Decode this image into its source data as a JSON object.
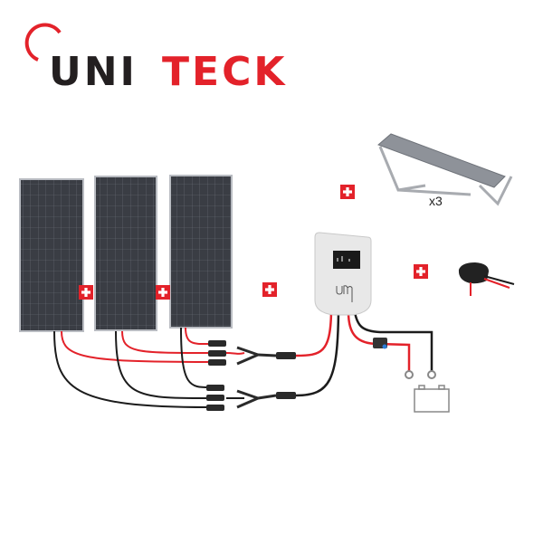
{
  "brand": {
    "name": "UNITECK",
    "part_dark": "UNI",
    "part_red": "TECK",
    "red": "#e3222a",
    "dark": "#231f20"
  },
  "bracket": {
    "quantity_label": "x3"
  },
  "colors": {
    "plus_badge": "#e3222a",
    "panel": "#3a3d44",
    "cable_red": "#e3222a",
    "cable_black": "#1c1c1c",
    "controller": "#e6e6e6"
  }
}
